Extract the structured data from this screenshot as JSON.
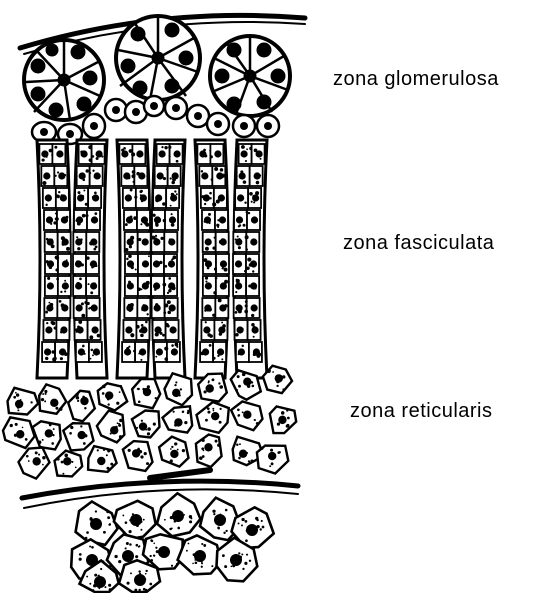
{
  "labels": {
    "glomerulosa": "zona  glomerulosa",
    "fasciculata": "zona  fasciculata",
    "reticularis": "zona  reticularis"
  },
  "colors": {
    "ink": "#000000",
    "paper": "#ffffff"
  }
}
